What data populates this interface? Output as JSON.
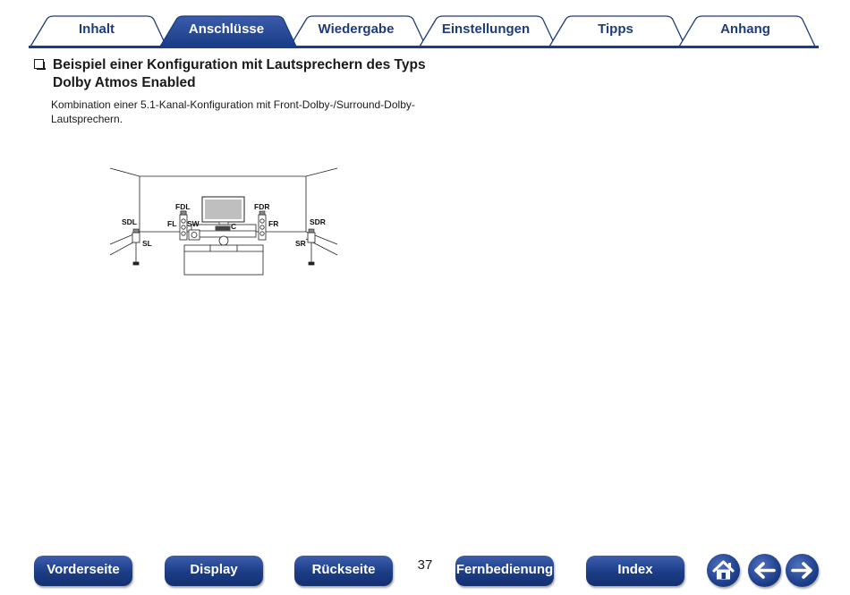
{
  "tabs": [
    {
      "label": "Inhalt",
      "active": false
    },
    {
      "label": "Anschlüsse",
      "active": true
    },
    {
      "label": "Wiedergabe",
      "active": false
    },
    {
      "label": "Einstellungen",
      "active": false
    },
    {
      "label": "Tipps",
      "active": false
    },
    {
      "label": "Anhang",
      "active": false
    }
  ],
  "colors": {
    "navy": "#1f3c7a",
    "active_tab": "#1b3c86"
  },
  "section": {
    "heading": "Beispiel einer Konfiguration mit Lautsprechern des Typs Dolby Atmos Enabled",
    "description": "Kombination einer 5.1-Kanal-Konfiguration mit Front-Dolby-/Surround-Dolby-Lautsprechern."
  },
  "diagram": {
    "labels": {
      "sdl": "SDL",
      "sl": "SL",
      "fdl": "FDL",
      "fl": "FL",
      "sw": "SW",
      "c": "C",
      "fdr": "FDR",
      "fr": "FR",
      "sdr": "SDR",
      "sr": "SR"
    }
  },
  "footer": {
    "buttons": [
      "Vorderseite",
      "Display",
      "Rückseite",
      "Fernbedienung",
      "Index"
    ],
    "page_number": "37",
    "icons": [
      "home-icon",
      "arrow-left-icon",
      "arrow-right-icon"
    ]
  }
}
